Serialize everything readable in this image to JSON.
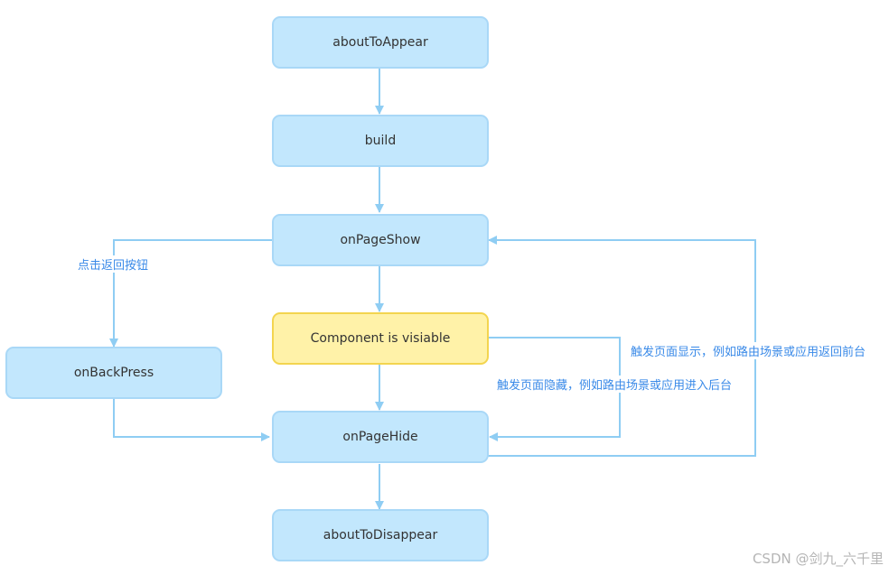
{
  "nodes": {
    "about_to_appear": "aboutToAppear",
    "build": "build",
    "on_page_show": "onPageShow",
    "component_visible": "Component is visiable",
    "on_back_press": "onBackPress",
    "on_page_hide": "onPageHide",
    "about_to_disappear": "aboutToDisappear"
  },
  "edge_labels": {
    "back_button": "点击返回按钮",
    "show_trigger": "触发页面显示，例如路由场景或应用返回前台",
    "hide_trigger": "触发页面隐藏，例如路由场景或应用进入后台"
  },
  "watermark": "CSDN @剑九_六千里",
  "colors": {
    "node_fill": "#c2e7fd",
    "node_border": "#a9d8f7",
    "highlight_fill": "#fff2a8",
    "highlight_border": "#f3d54f",
    "edge": "#8fcdf3",
    "label": "#3a8ae8"
  }
}
